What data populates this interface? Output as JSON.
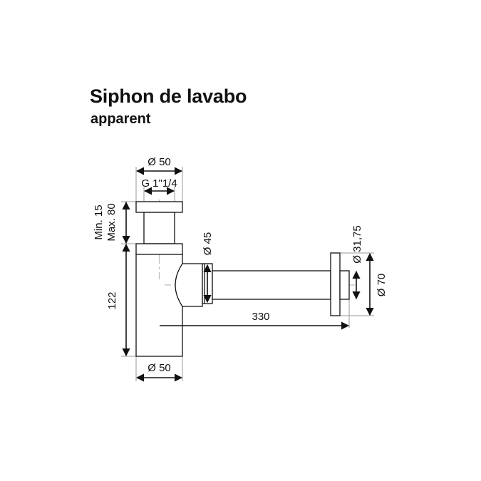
{
  "header": {
    "title": "Siphon de lavabo",
    "subtitle": "apparent"
  },
  "dimensions": {
    "top_diameter": "Ø 50",
    "thread": "G 1\"1/4",
    "extension_min": "Min. 15",
    "extension_max": "Max. 80",
    "body_height": "122",
    "bottom_diameter": "Ø 50",
    "outlet_diameter": "Ø 45",
    "wall_pipe_length": "330",
    "pipe_diameter": "Ø 31,75",
    "rosette_diameter": "Ø 70"
  },
  "colors": {
    "line": "#111111",
    "centerline": "#bbbbbb",
    "extension_line": "#999999"
  }
}
